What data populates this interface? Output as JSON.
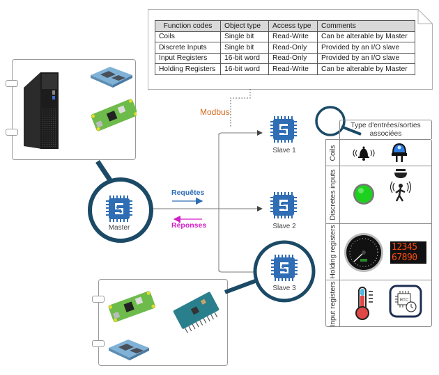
{
  "function_table": {
    "headers": [
      "Function codes",
      "Object type",
      "Access type",
      "Comments"
    ],
    "rows": [
      [
        "Coils",
        "Single bit",
        "Read-Write",
        "Can be alterable by Master"
      ],
      [
        "Discrete Inputs",
        "Single bit",
        "Read-Only",
        "Provided by an I/O slave"
      ],
      [
        "Input Registers",
        "16-bit word",
        "Read-Only",
        "Provided by an I/O slave"
      ],
      [
        "Holding Registers",
        "16-bit word",
        "Read-Write",
        "Can be alterable by Master"
      ]
    ]
  },
  "bus": {
    "protocol_label": "Modbus",
    "requests_label": "Requêtes",
    "responses_label": "Réponses"
  },
  "nodes": {
    "master": "Master",
    "slave1": "Slave 1",
    "slave2": "Slave 2",
    "slave3": "Slave 3"
  },
  "master_hardware": {
    "items": [
      "desktop-pc-icon",
      "sbc-board-icon",
      "raspberry-pi-zero-icon"
    ]
  },
  "slave_hardware": {
    "items": [
      "raspberry-pi-zero-icon",
      "sbc-board-icon",
      "arduino-mini-icon"
    ]
  },
  "io_panel": {
    "title": "Type d'entrées/sorties associées",
    "rows": [
      {
        "label": "Coils",
        "icons": [
          "alarm-bell-icon",
          "beacon-light-icon"
        ]
      },
      {
        "label": "Discretes inputs",
        "icons": [
          "green-indicator-icon",
          "motion-sensor-icon"
        ]
      },
      {
        "label": "Holding registers",
        "icons": [
          "speedometer-icon",
          "seven-segment-display-icon"
        ]
      },
      {
        "label": "Input registers",
        "icons": [
          "thermometer-icon",
          "rtc-clock-icon"
        ]
      }
    ],
    "display_digits": [
      "12345",
      "67890"
    ]
  },
  "colors": {
    "chip_blue": "#2f6db5",
    "magnifier": "#1b4a66",
    "requests": "#2f6db5",
    "responses": "#d21ec8",
    "modbus": "#d2691e",
    "line": "#7a7a7a"
  }
}
